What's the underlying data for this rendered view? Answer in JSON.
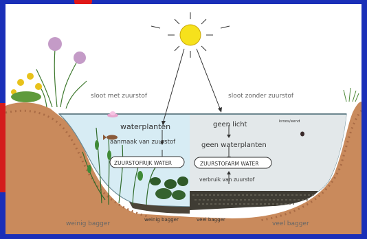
{
  "labels": {
    "left_ditch": "sloot met zuurstof",
    "right_ditch": "sloot zonder zuurstof",
    "waterplants": "waterplanten",
    "oxygen_production": "aanmaak van zuurstof",
    "oxygen_rich": "ZUURSTOFRIJK WATER",
    "no_light": "geen licht",
    "no_waterplants": "geen waterplanten",
    "oxygen_poor": "ZUURSTOFARM WATER",
    "oxygen_consumption": "verbruik van zuurstof",
    "duckweed": "kroos/eend",
    "little_sludge_left": "weinig bagger",
    "little_sludge_center": "weinig bagger",
    "much_sludge_center": "veel bagger",
    "much_sludge_right": "veel bagger"
  },
  "colors": {
    "background": "#1a2fb8",
    "panel": "#ffffff",
    "sun": "#f6e11c",
    "water": "#d7ecf4",
    "soil": "#c98a5c",
    "text": "#333333"
  }
}
